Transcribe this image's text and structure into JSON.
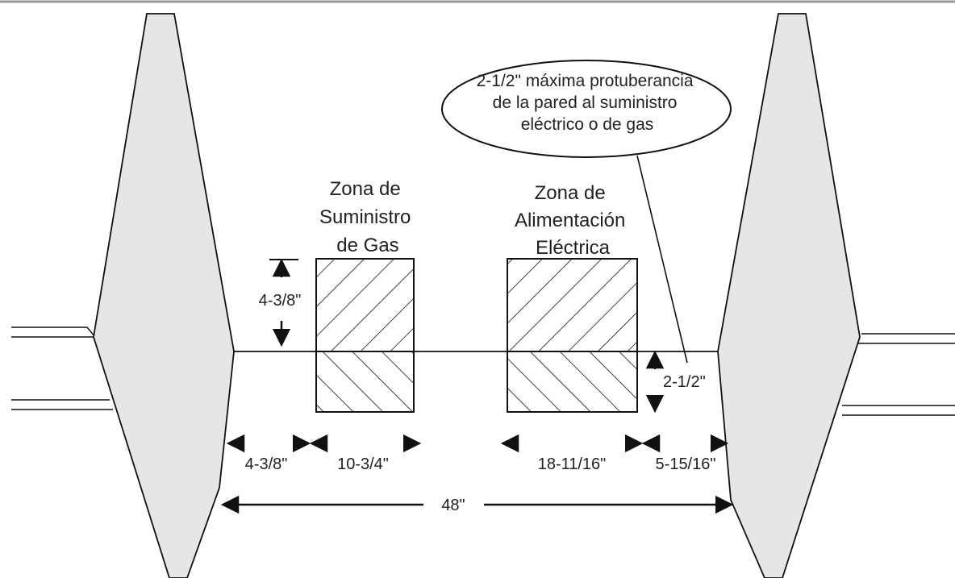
{
  "callout": {
    "lines": [
      "2-1/2\" máxima protuberancia",
      "de la pared al suministro",
      "eléctrico o de gas"
    ]
  },
  "zones": {
    "gas": {
      "lines": [
        "Zona de",
        "Suministro",
        "de Gas"
      ]
    },
    "electric": {
      "lines": [
        "Zona de",
        "Alimentación",
        "Eléctrica"
      ]
    }
  },
  "dimensions": {
    "gas_height": "4-3/8\"",
    "protrusion": "2-1/2\"",
    "left_gap": "4-3/8\"",
    "gas_width": "10-3/4\"",
    "electric_width": "18-11/16\"",
    "right_gap": "5-15/16\"",
    "total_width": "48\""
  },
  "colors": {
    "line": "#111111",
    "cabinet_fill": "#e6e6e6",
    "top_rule": "#999999"
  }
}
